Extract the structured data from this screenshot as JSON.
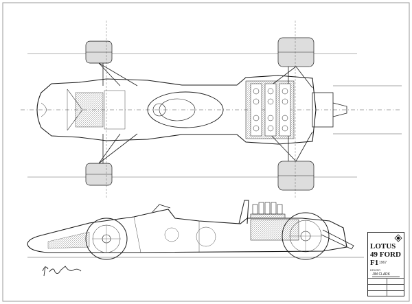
{
  "title_block": {
    "line1": "LOTUS",
    "line2": "49 FORD",
    "line3": "F1",
    "year": "1967",
    "driver_caption": "DRIVER",
    "driver": "JIM CLARK"
  },
  "colors": {
    "ink": "#1a1a1a",
    "paper": "#ffffff",
    "border": "#888888"
  },
  "icons": {
    "logo": "lotus-badge-icon",
    "signature": "artist-signature"
  }
}
